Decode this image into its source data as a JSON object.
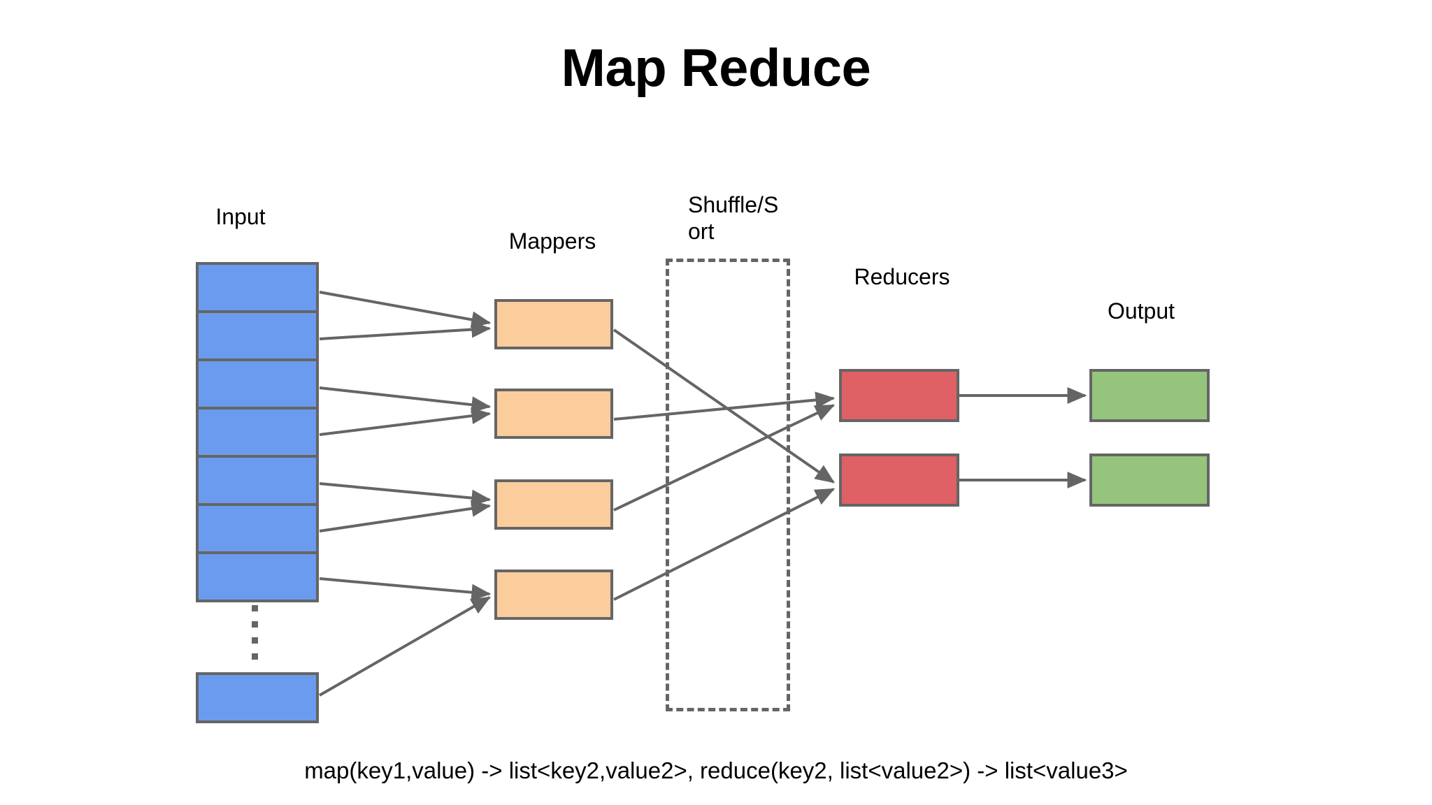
{
  "slide": {
    "title": "Map Reduce",
    "caption": "map(key1,value) -> list<key2,value2>, reduce(key2, list<value2>) -> list<value3>",
    "background_color": "#ffffff",
    "text_color": "#000000"
  },
  "labels": {
    "input": "Input",
    "mappers": "Mappers",
    "shuffle_sort": "Shuffle/S\nort",
    "reducers": "Reducers",
    "output": "Output"
  },
  "palette": {
    "input_fill": "#6b9bee",
    "mapper_fill": "#fbcd9c",
    "reducer_fill": "#df6065",
    "output_fill": "#95c47d",
    "stroke": "#656565",
    "dashed_stroke": "#656565"
  },
  "stages": {
    "input": {
      "label": "Input",
      "split_count": 7,
      "tail_block_count": 1,
      "ellipsis_dots": 4
    },
    "mappers": {
      "label": "Mappers",
      "count": 4
    },
    "shuffle_sort": {
      "label": "Shuffle/Sort",
      "style": "dashed-region"
    },
    "reducers": {
      "label": "Reducers",
      "count": 2
    },
    "output": {
      "label": "Output",
      "count": 2
    }
  },
  "flows": {
    "input_to_mappers": 8,
    "mappers_to_reducers": 4,
    "reducers_to_output": 2
  }
}
